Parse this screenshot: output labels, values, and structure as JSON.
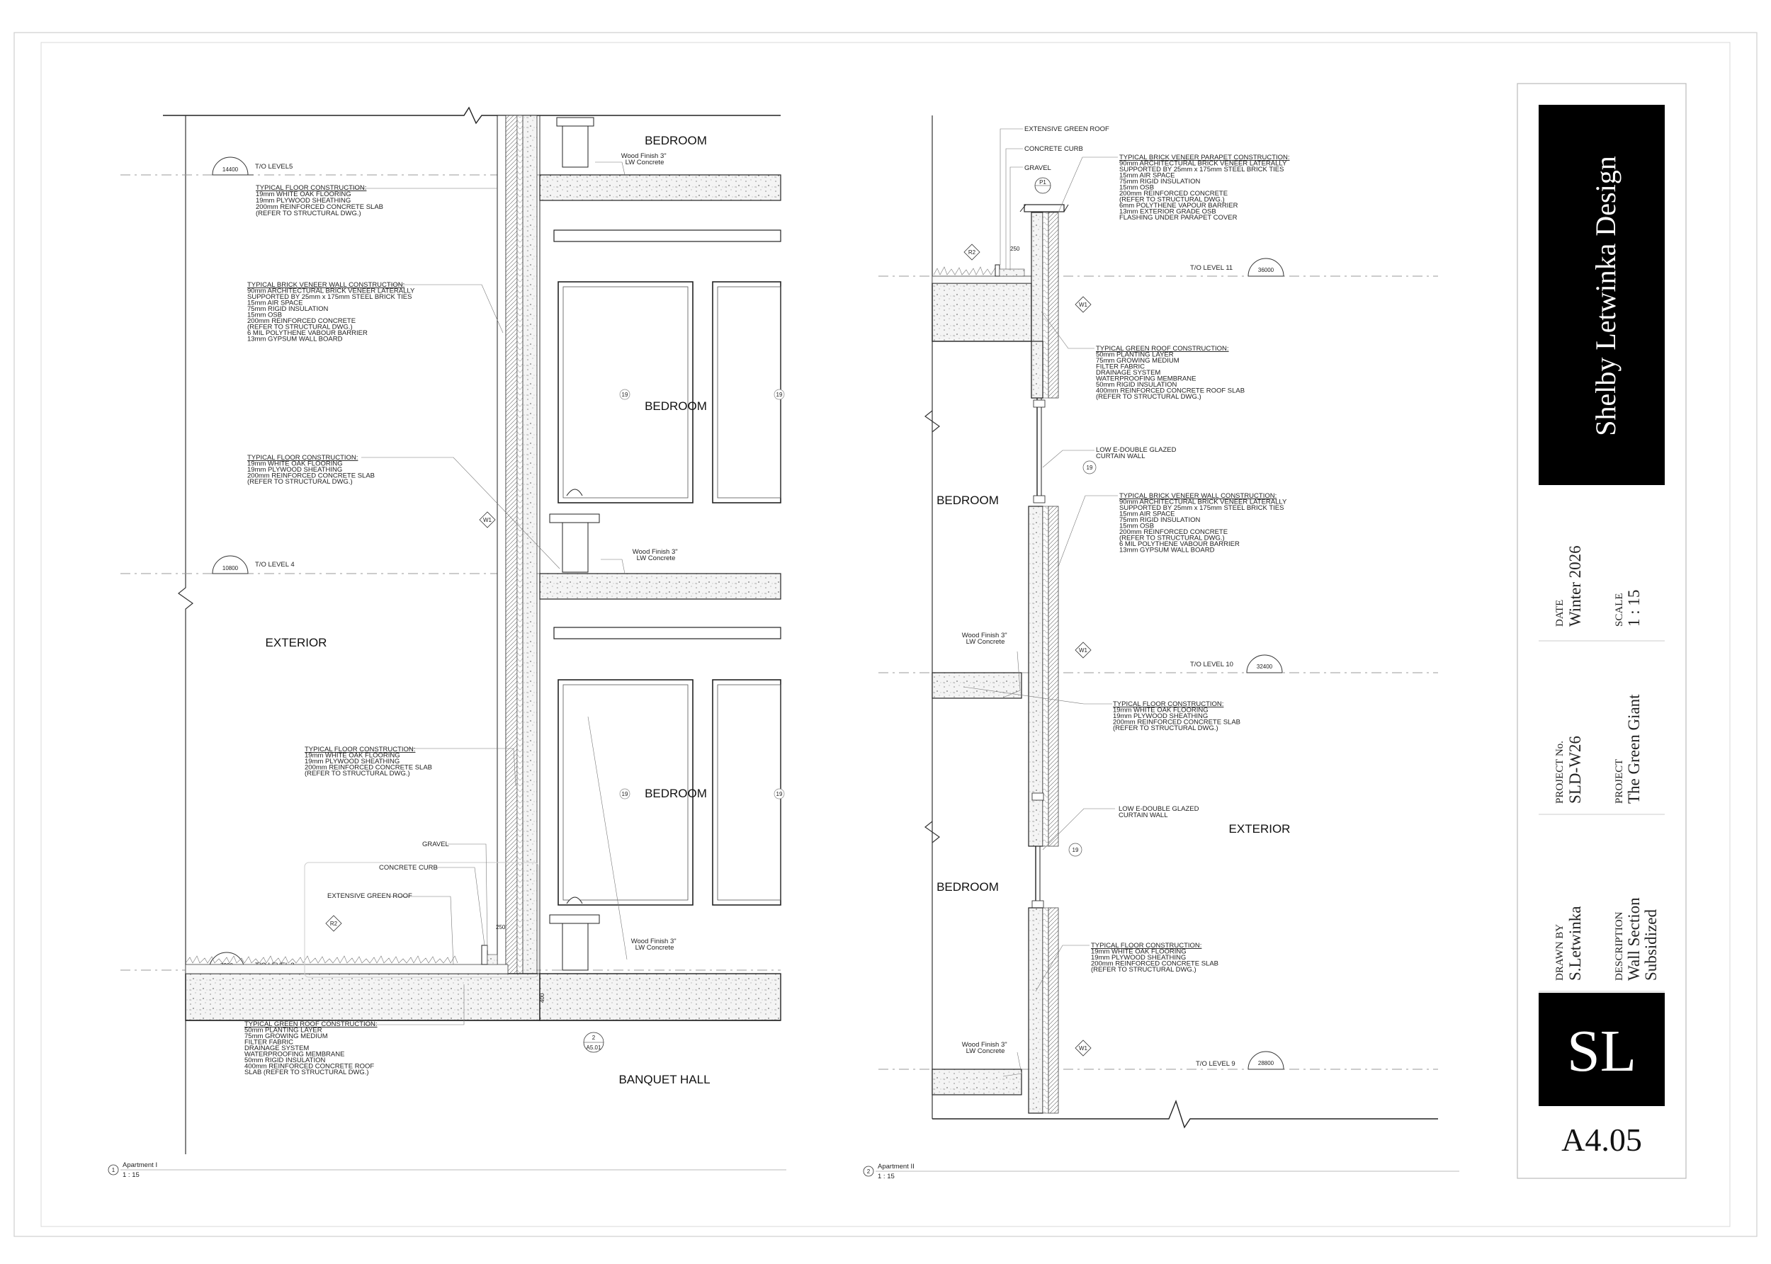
{
  "titleblock": {
    "firm": "Shelby Letwinka Design",
    "date_label": "DATE",
    "date_value": "Winter 2026",
    "scale_label": "SCALE",
    "scale_value": "1 : 15",
    "project_no_label": "PROJECT No.",
    "project_no_value": "SLD-W26",
    "project_label": "PROJECT",
    "project_value": "The Green Giant",
    "drawn_by_label": "DRAWN BY",
    "drawn_by_value": "S.Letwinka",
    "description_label": "DESCRIPTION",
    "description_line1": "Wall Section",
    "description_line2": "Subsidized",
    "logo": "SL",
    "sheet_number": "A4.05"
  },
  "views": {
    "view1": {
      "number": "1",
      "title": "Apartment I",
      "scale": "1 : 15"
    },
    "view2": {
      "number": "2",
      "title": "Apartment II",
      "scale": "1 : 15"
    }
  },
  "section1": {
    "rooms": {
      "bedroom_top": "BEDROOM",
      "bedroom_mid": "BEDROOM",
      "bedroom_low": "BEDROOM",
      "exterior": "EXTERIOR",
      "banquet": "BANQUET HALL"
    },
    "levels": {
      "l5_elev": "14400",
      "l5_name": "T/O LEVEL5",
      "l4_elev": "10800",
      "l4_name": "T/O LEVEL 4",
      "l3_elev": "7200",
      "l3_name": "T/O LEVEL 3"
    },
    "notes": {
      "floor_a": [
        "TYPICAL FLOOR CONSTRUCTION:",
        "19mm WHITE OAK FLOORING",
        "19mm PLYWOOD SHEATHING",
        "200mm REINFORCED CONCRETE SLAB",
        "(REFER TO STRUCTURAL DWG.)"
      ],
      "brick_wall": [
        "TYPICAL BRICK VENEER WALL CONSTRUCTION:",
        "90mm ARCHITECTURAL BRICK VENEER LATERALLY",
        "SUPPORTED BY 25mm x 175mm STEEL BRICK TIES",
        "15mm AIR SPACE",
        "75mm RIGID INSULATION",
        "15mm OSB",
        "200mm REINFORCED CONCRETE",
        "(REFER TO STRUCTURAL DWG.)",
        "6 MIL POLYTHENE VABOUR BARRIER",
        "13mm GYPSUM WALL BOARD"
      ],
      "floor_b": [
        "TYPICAL FLOOR CONSTRUCTION:",
        "19mm WHITE OAK FLOORING",
        "19mm PLYWOOD SHEATHING",
        "200mm REINFORCED CONCRETE SLAB",
        "(REFER TO STRUCTURAL DWG.)"
      ],
      "floor_c": [
        "TYPICAL FLOOR CONSTRUCTION:",
        "19mm WHITE OAK FLOORING",
        "19mm PLYWOOD SHEATHING",
        "200mm REINFORCED CONCRETE SLAB",
        "(REFER TO STRUCTURAL DWG.)"
      ],
      "green_roof": [
        "TYPICAL GREEN ROOF CONSTRUCTION:",
        "50mm PLANTING LAYER",
        "75mm GROWING MEDIUM",
        "FILTER FABRIC",
        "DRAINAGE SYSTEM",
        "WATERPROOFING MEMBRANE",
        "50mm RIGID INSULATION",
        "400mm REINFORCED CONCRETE ROOF",
        "SLAB (REFER TO STRUCTURAL DWG.)"
      ],
      "gravel": "GRAVEL",
      "curb": "CONCRETE CURB",
      "ext_green": "EXTENSIVE GREEN ROOF",
      "wood_top": [
        "Wood Finish 3\"",
        "LW Concrete"
      ],
      "wood_mid": [
        "Wood Finish 3\"",
        "LW Concrete"
      ],
      "wood_low": [
        "Wood Finish 3\"",
        "LW Concrete"
      ]
    },
    "tags": {
      "w1": "W1",
      "r2": "R2",
      "win_a": "19",
      "win_b": "19",
      "win_c": "19",
      "win_d": "19",
      "dim_250": "250",
      "dim_400": "400",
      "ref_num": "2",
      "ref_sheet": "A5.01"
    }
  },
  "section2": {
    "rooms": {
      "bedroom_a": "BEDROOM",
      "bedroom_b": "BEDROOM",
      "exterior": "EXTERIOR"
    },
    "levels": {
      "l11_elev": "36000",
      "l11_name": "T/O LEVEL 11",
      "l10_elev": "32400",
      "l10_name": "T/O LEVEL 10",
      "l9_elev": "28800",
      "l9_name": "T/O LEVEL 9"
    },
    "notes": {
      "ext_green": "EXTENSIVE GREEN ROOF",
      "curb": "CONCRETE CURB",
      "gravel": "GRAVEL",
      "parapet": [
        "TYPICAL BRICK VENEER PARAPET CONSTRUCTION:",
        "90mm ARCHITECTURAL BRICK VENEER LATERALLY",
        "SUPPORTED BY 25mm x 175mm STEEL BRICK TIES",
        "15mm AIR SPACE",
        "75mm RIGID INSULATION",
        "15mm OSB",
        "200mm REINFORCED CONCRETE",
        "(REFER TO STRUCTURAL DWG.)",
        "6mm POLYTHENE VAPOUR BARRIER",
        "13mm EXTERIOR GRADE OSB",
        "FLASHING UNDER PARAPET COVER"
      ],
      "green_roof": [
        "TYPICAL GREEN ROOF CONSTRUCTION:",
        "50mm PLANTING LAYER",
        "75mm GROWING MEDIUM",
        "FILTER FABRIC",
        "DRAINAGE SYSTEM",
        "WATERPROOFING MEMBRANE",
        "50mm RIGID INSULATION",
        "400mm REINFORCED CONCRETE ROOF SLAB",
        "(REFER TO STRUCTURAL DWG.)"
      ],
      "curtain_a": [
        "LOW E-DOUBLE GLAZED",
        "CURTAIN WALL"
      ],
      "brick_wall": [
        "TYPICAL BRICK VENEER WALL CONSTRUCTION:",
        "90mm ARCHITECTURAL BRICK VENEER LATERALLY",
        "SUPPORTED BY 25mm x 175mm STEEL BRICK TIES",
        "15mm AIR SPACE",
        "75mm RIGID INSULATION",
        "15mm OSB",
        "200mm REINFORCED CONCRETE",
        "(REFER TO STRUCTURAL DWG.)",
        "6 MIL POLYTHENE VABOUR BARRIER",
        "13mm GYPSUM WALL BOARD"
      ],
      "floor_a": [
        "TYPICAL FLOOR CONSTRUCTION:",
        "19mm WHITE OAK FLOORING",
        "19mm PLYWOOD SHEATHING",
        "200mm REINFORCED CONCRETE SLAB",
        "(REFER TO STRUCTURAL DWG.)"
      ],
      "curtain_b": [
        "LOW E-DOUBLE GLAZED",
        "CURTAIN WALL"
      ],
      "floor_b": [
        "TYPICAL FLOOR CONSTRUCTION:",
        "19mm WHITE OAK FLOORING",
        "19mm PLYWOOD SHEATHING",
        "200mm REINFORCED CONCRETE SLAB",
        "(REFER TO STRUCTURAL DWG.)"
      ],
      "wood_a": [
        "Wood Finish 3\"",
        "LW Concrete"
      ],
      "wood_b": [
        "Wood Finish 3\"",
        "LW Concrete"
      ]
    },
    "tags": {
      "p1": "P1",
      "r2": "R2",
      "dim_250": "250",
      "w1_a": "W1",
      "w1_b": "W1",
      "w1_c": "W1",
      "g_a": "19",
      "g_b": "19"
    }
  }
}
